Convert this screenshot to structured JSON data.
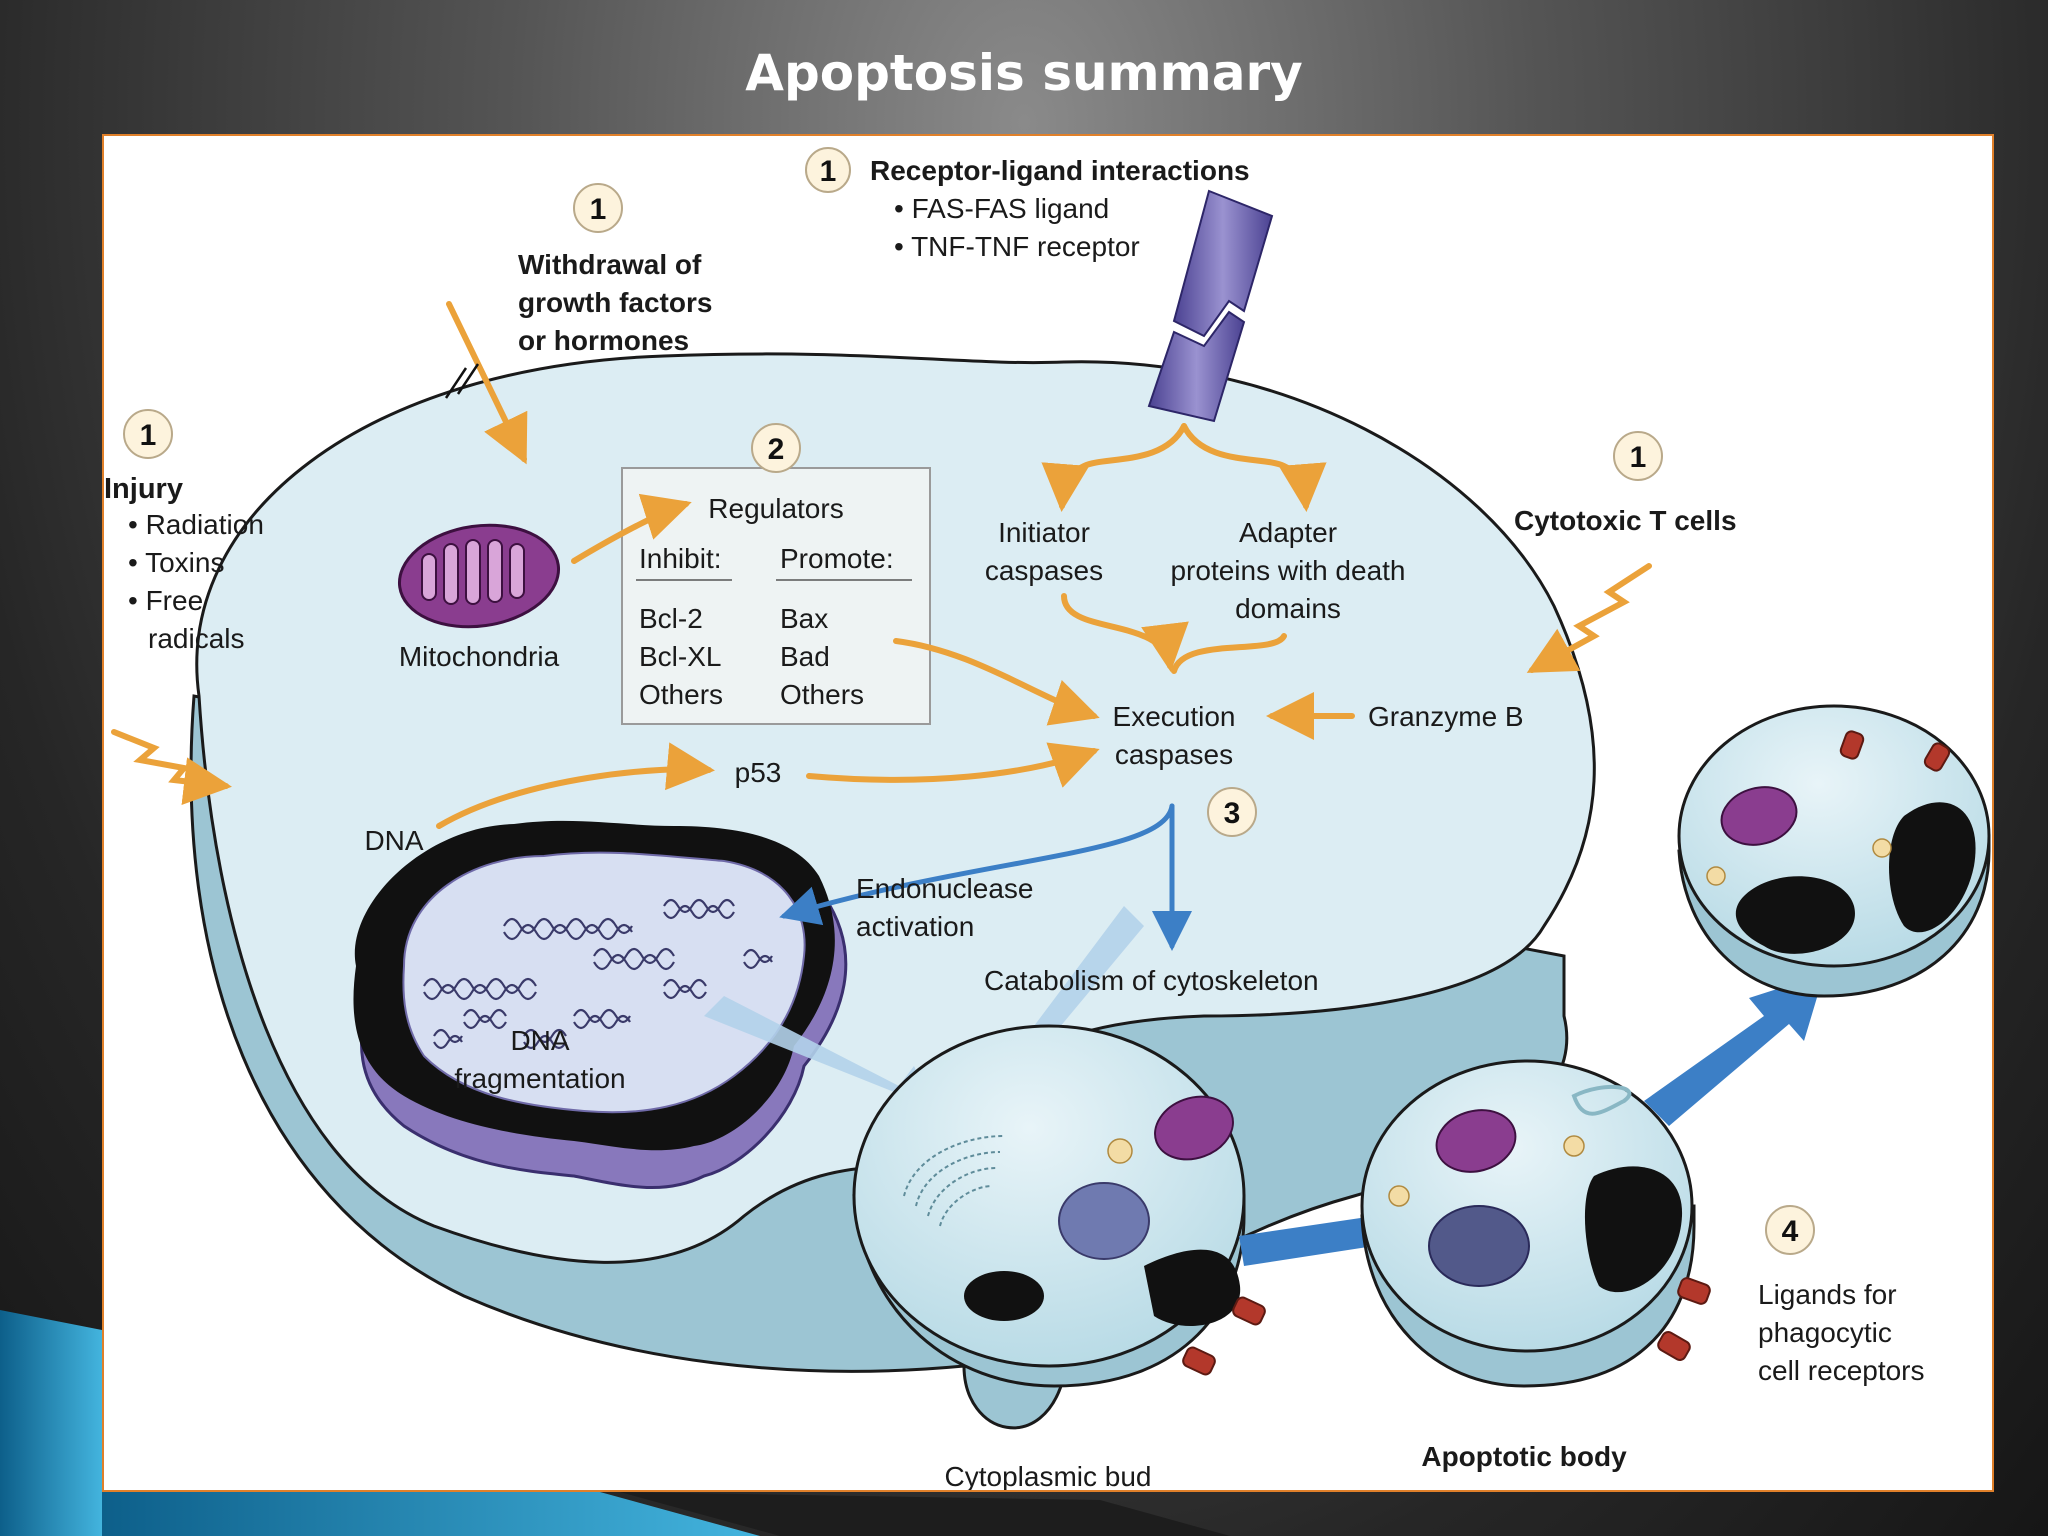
{
  "title": "Apoptosis summary",
  "labels": {
    "step1_receptor": "1",
    "receptor_title": "Receptor-ligand interactions",
    "receptor_item1": "• FAS-FAS ligand",
    "receptor_item2": "• TNF-TNF receptor",
    "step1_withdrawal": "1",
    "withdrawal_l1": "Withdrawal of",
    "withdrawal_l2": "growth factors",
    "withdrawal_l3": "or hormones",
    "step1_injury": "1",
    "injury_title": "Injury",
    "injury_item1": "• Radiation",
    "injury_item2": "• Toxins",
    "injury_item3": "• Free",
    "injury_item3b": "radicals",
    "step1_tcells": "1",
    "tcells": "Cytotoxic T cells",
    "step2": "2",
    "regulators": "Regulators",
    "inhibit": "Inhibit:",
    "promote": "Promote:",
    "inhibit_1": "Bcl-2",
    "inhibit_2": "Bcl-XL",
    "inhibit_3": "Others",
    "promote_1": "Bax",
    "promote_2": "Bad",
    "promote_3": "Others",
    "mitochondria": "Mitochondria",
    "initiator_l1": "Initiator",
    "initiator_l2": "caspases",
    "adapter_l1": "Adapter",
    "adapter_l2": "proteins with death",
    "adapter_l3": "domains",
    "execution_l1": "Execution",
    "execution_l2": "caspases",
    "granzyme": "Granzyme B",
    "p53": "p53",
    "dna": "DNA",
    "step3": "3",
    "endonuclease_l1": "Endonuclease",
    "endonuclease_l2": "activation",
    "catabolism": "Catabolism of cytoskeleton",
    "dna_frag_l1": "DNA",
    "dna_frag_l2": "fragmentation",
    "cytoplasmic_bud": "Cytoplasmic bud",
    "apoptotic_body": "Apoptotic body",
    "step4": "4",
    "ligands_l1": "Ligands for",
    "ligands_l2": "phagocytic",
    "ligands_l3": "cell receptors"
  },
  "colors": {
    "cell_fill": "#dcedf3",
    "cell_side": "#9cc5d3",
    "arrow_orange": "#eba23a",
    "arrow_blue": "#3c7fc6",
    "receptor_purple": "#6a5fa8",
    "mito_purple": "#8a3d8f",
    "nucleus_black": "#111111",
    "frame_border": "#e0802a"
  }
}
